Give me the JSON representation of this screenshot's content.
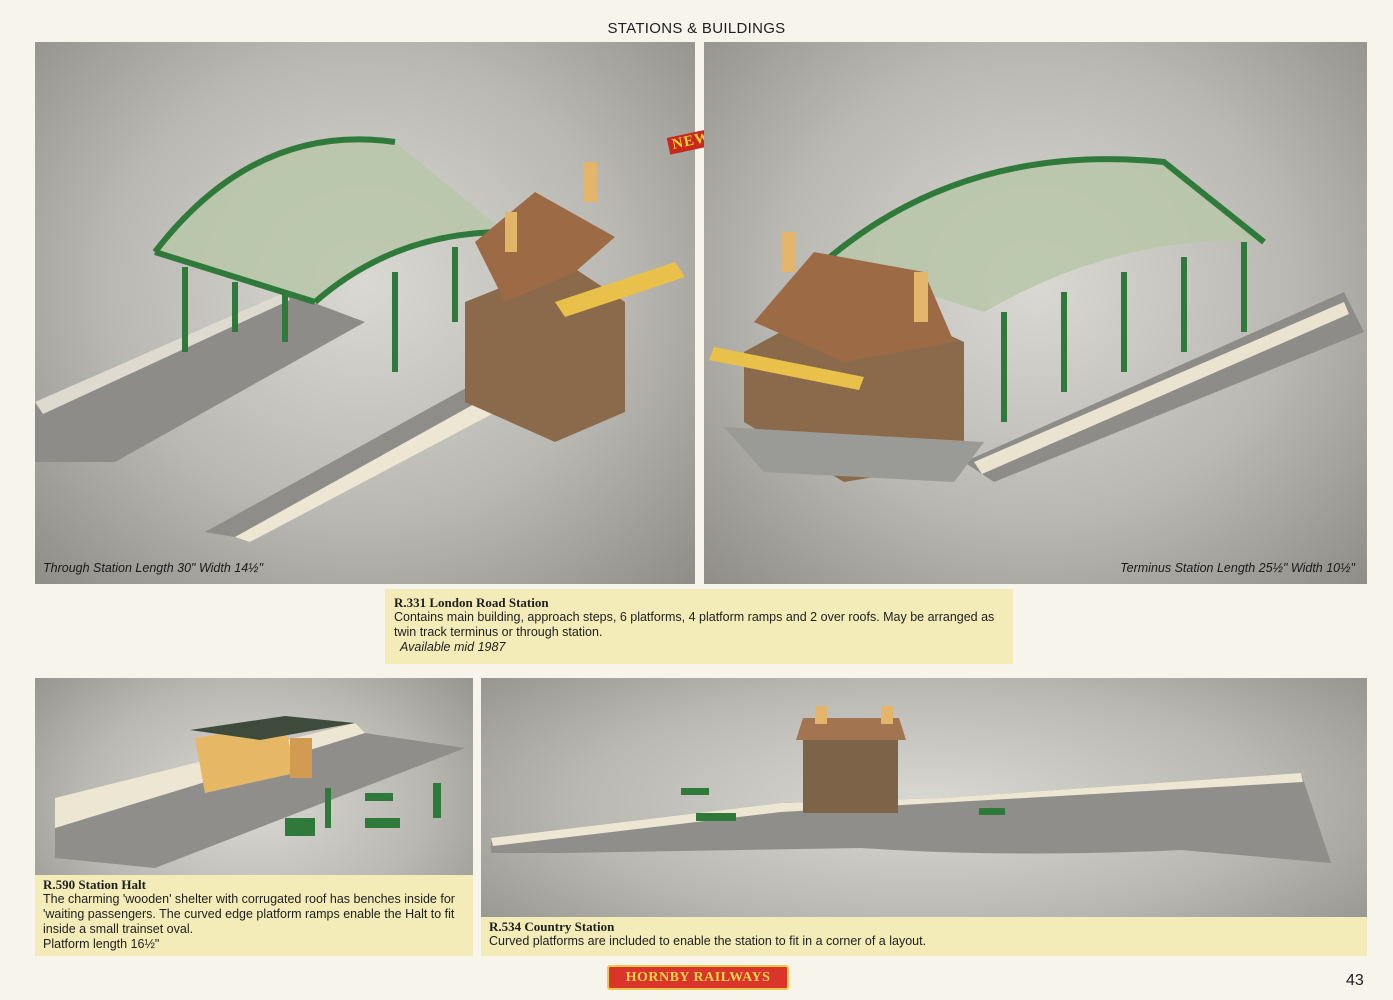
{
  "page": {
    "section_title": "STATIONS & BUILDINGS",
    "page_number": "43"
  },
  "london_road": {
    "badge": "NEW",
    "through_caption": "Through Station Length 30\" Width 14½\"",
    "terminus_caption": "Terminus Station Length 25½\" Width 10½\"",
    "title": "R.331 London Road Station",
    "description": "Contains main building, approach steps, 6 platforms, 4 platform ramps and 2 over roofs. May be arranged as twin track terminus or through station.",
    "availability": "Available mid 1987"
  },
  "station_halt": {
    "title": "R.590 Station Halt",
    "description": "The charming 'wooden' shelter with corrugated roof has benches inside for 'waiting passengers. The curved edge platform ramps enable the Halt to fit inside a small trainset oval.",
    "platform_length": "Platform length 16½\""
  },
  "country_station": {
    "title": "R.534 Country Station",
    "description": "Curved platforms are included to enable the station to fit in a corner of a layout."
  },
  "logo": {
    "text": "HORNBY RAILWAYS"
  },
  "colors": {
    "accent_yellow": "#f3ecb8",
    "logo_red": "#d9352a",
    "model_green": "#2f7a3a"
  }
}
